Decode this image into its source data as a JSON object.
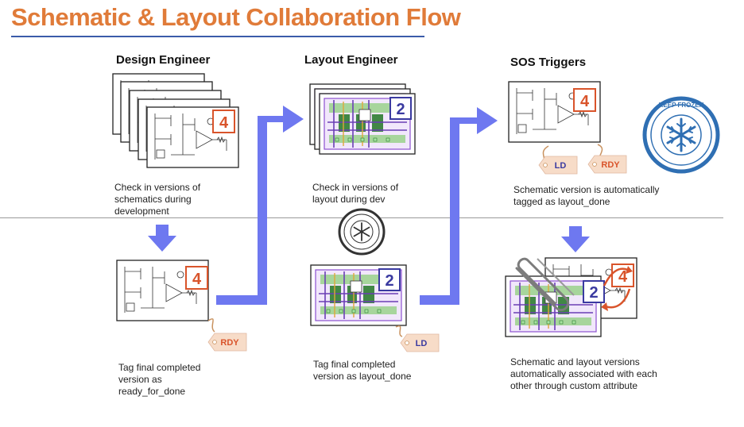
{
  "title": "Schematic & Layout Collaboration Flow",
  "columns": [
    {
      "header": "Design Engineer"
    },
    {
      "header": "Layout Engineer"
    },
    {
      "header": "SOS Triggers"
    }
  ],
  "captions": {
    "design_checkin": "Check in versions of schematics during development",
    "layout_checkin": "Check in versions of layout during dev",
    "sos_autotag": "Schematic version is automatically tagged as layout_done",
    "design_tag": "Tag final completed version as ready_for_done",
    "layout_tag": "Tag final completed version as layout_done",
    "sos_associate": "Schematic and layout versions automatically associated with each other through custom attribute"
  },
  "badges": {
    "schematic_version": "4",
    "layout_version": "2"
  },
  "tags": {
    "ready": "RDY",
    "layout_done": "LD"
  },
  "seal_text": "KEEP FROZEN",
  "colors": {
    "title": "#E07B39",
    "rule": "#3A5BA9",
    "arrow": "#6E78F0",
    "schematic_badge": "#D9542B",
    "layout_badge": "#3A3AA0",
    "tag_fill": "#F7DCC8",
    "tag_text": "#D9542B",
    "tag_ld_text": "#3A3AA0",
    "seal_blue": "#2F6FB3"
  },
  "icons": {
    "arrow": "flow-arrow-icon",
    "seal": "keep-frozen-seal-icon",
    "paperclip": "paperclip-icon",
    "tag": "tag-icon"
  }
}
